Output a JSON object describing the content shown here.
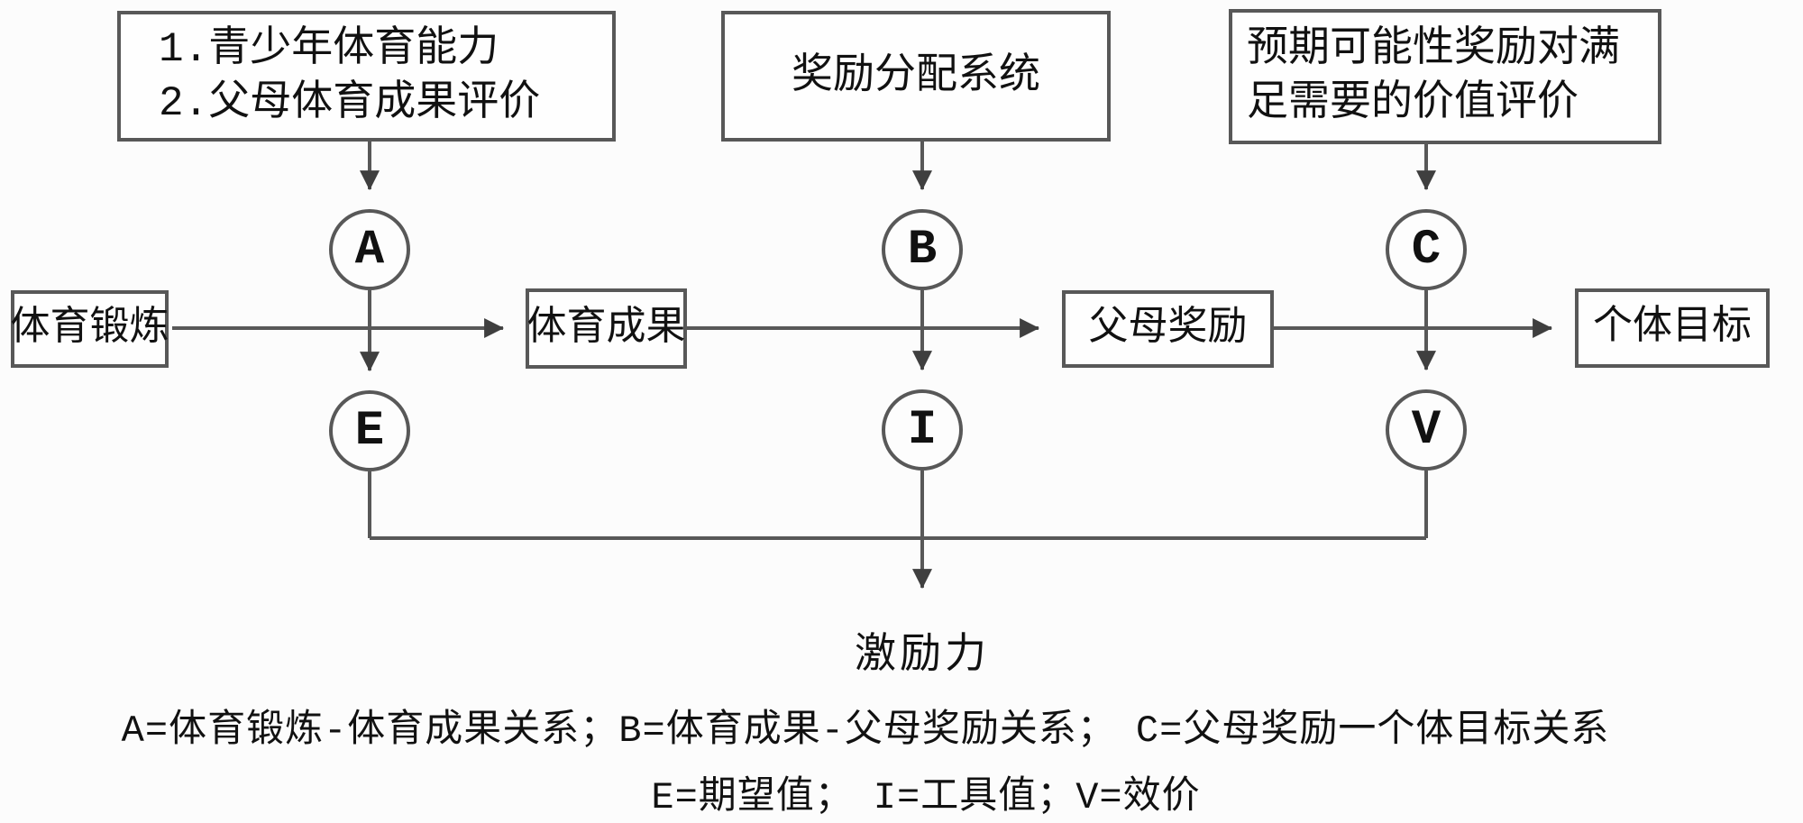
{
  "diagram": {
    "title_implicit": "期望理论激励模型",
    "colors": {
      "background": "#fcfcfc",
      "line": "#585858",
      "text": "#111111"
    },
    "top_boxes": [
      {
        "id": "antecedents",
        "lines": [
          "1.青少年体育能力",
          "2.父母体育成果评价"
        ]
      },
      {
        "id": "reward_system",
        "lines": [
          "奖励分配系统"
        ]
      },
      {
        "id": "value_evaluation",
        "lines": [
          "预期可能性奖励对满",
          "足需要的价值评价"
        ]
      }
    ],
    "flow_boxes": [
      {
        "id": "exercise",
        "label": "体育锻炼"
      },
      {
        "id": "outcome",
        "label": "体育成果"
      },
      {
        "id": "parent_reward",
        "label": "父母奖励"
      },
      {
        "id": "goal",
        "label": "个体目标"
      }
    ],
    "nodes": {
      "A": "A",
      "B": "B",
      "C": "C",
      "E": "E",
      "I": "I",
      "V": "V"
    },
    "output_label": "激励力",
    "legend": {
      "line1": "A=体育锻炼-体育成果关系；B=体育成果-父母奖励关系；　C=父母奖励一个体目标关系",
      "line2": "E=期望值；　I=工具值；V=效价"
    }
  }
}
